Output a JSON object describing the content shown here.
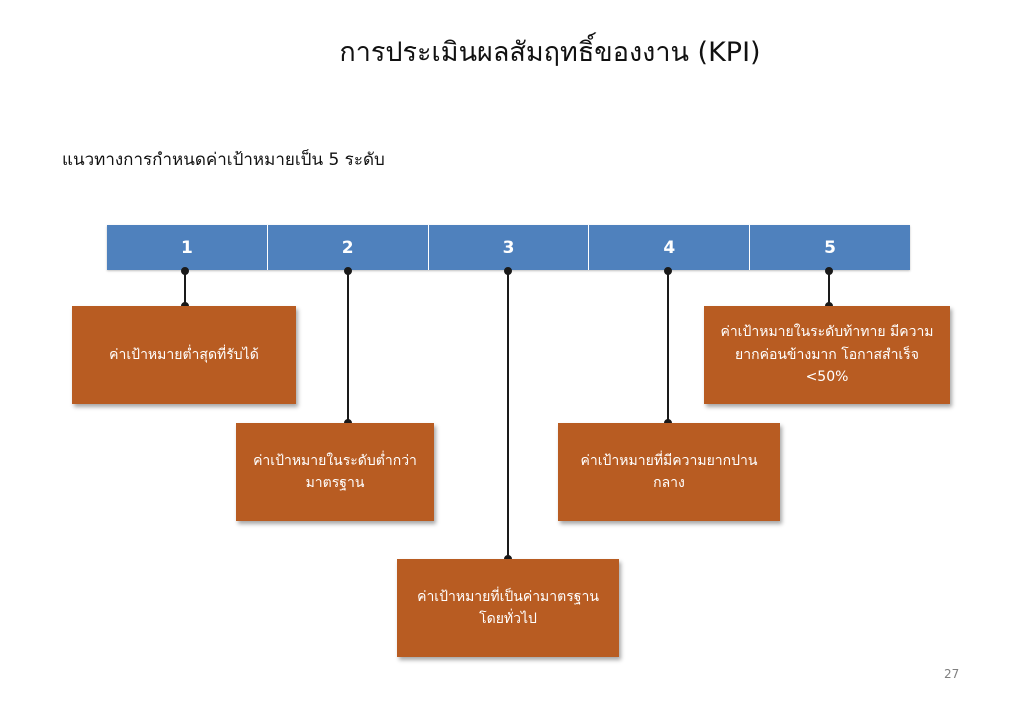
{
  "title": "การประเมินผลสัมฤทธิ์ของงาน (KPI)",
  "subtitle": "แนวทางการกำหนดค่าเป้าหมายเป็น 5 ระดับ",
  "levels": [
    "1",
    "2",
    "3",
    "4",
    "5"
  ],
  "descriptions": [
    {
      "level": "1",
      "text": "ค่าเป้าหมายต่ำสุดที่รับได้"
    },
    {
      "level": "2",
      "text": "ค่าเป้าหมายในระดับต่ำกว่ามาตรฐาน"
    },
    {
      "level": "3",
      "text": "ค่าเป้าหมายที่เป็นค่ามาตรฐานโดยทั่วไป"
    },
    {
      "level": "4",
      "text": "ค่าเป้าหมายที่มีความยากปานกลาง"
    },
    {
      "level": "5",
      "text": "ค่าเป้าหมายในระดับท้าทาย มีความยากค่อนข้างมาก โอกาสสำเร็จ <50%"
    }
  ],
  "colors": {
    "level_bar": "#4f81bd",
    "description_box": "#b85c22",
    "connector": "#1a1a1a"
  },
  "page_number": "27"
}
